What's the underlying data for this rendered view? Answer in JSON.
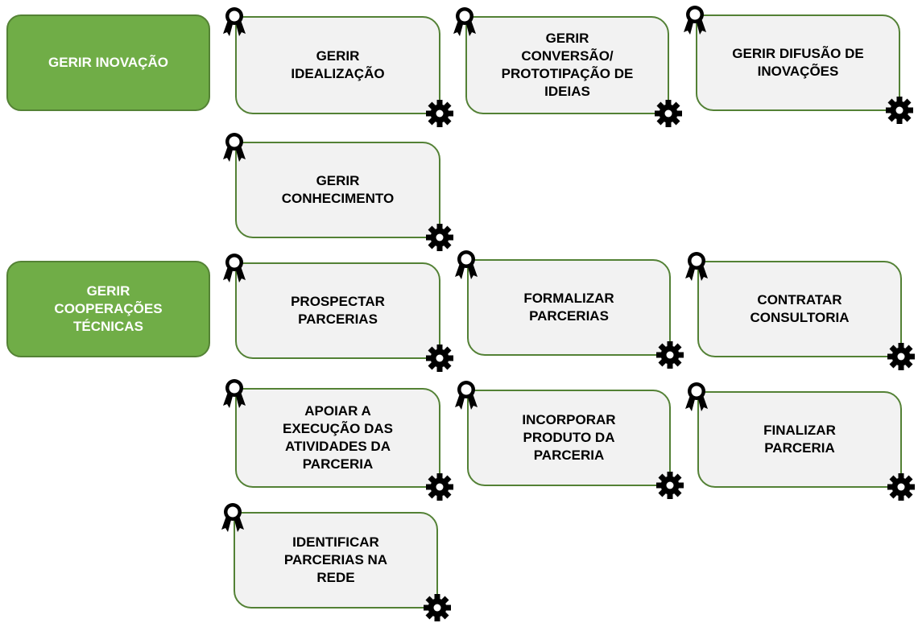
{
  "groups": [
    {
      "label": "GERIR INOVAÇÃO"
    },
    {
      "label": "GERIR\nCOOPERAÇÕES\nTÉCNICAS"
    }
  ],
  "processes": [
    {
      "label": "GERIR\nIDEALIZAÇÃO"
    },
    {
      "label": "GERIR\nCONVERSÃO/\nPROTOTIPAÇÃO DE\nIDEIAS"
    },
    {
      "label": "GERIR DIFUSÃO DE\nINOVAÇÕES"
    },
    {
      "label": "GERIR\nCONHECIMENTO"
    },
    {
      "label": "PROSPECTAR\nPARCERIAS"
    },
    {
      "label": "FORMALIZAR\nPARCERIAS"
    },
    {
      "label": "CONTRATAR\nCONSULTORIA"
    },
    {
      "label": "APOIAR A\nEXECUÇÃO DAS\nATIVIDADES DA\nPARCERIA"
    },
    {
      "label": "INCORPORAR\nPRODUTO DA\nPARCERIA"
    },
    {
      "label": "FINALIZAR\nPARCERIA"
    },
    {
      "label": "IDENTIFICAR\nPARCERIAS NA\nREDE"
    }
  ],
  "icons": {
    "top_left": "award-ribbon-icon",
    "bottom_right": "gear-icon"
  },
  "colors": {
    "group_fill": "#70ad47",
    "process_border": "#538135",
    "process_fill": "#f2f2f2"
  }
}
